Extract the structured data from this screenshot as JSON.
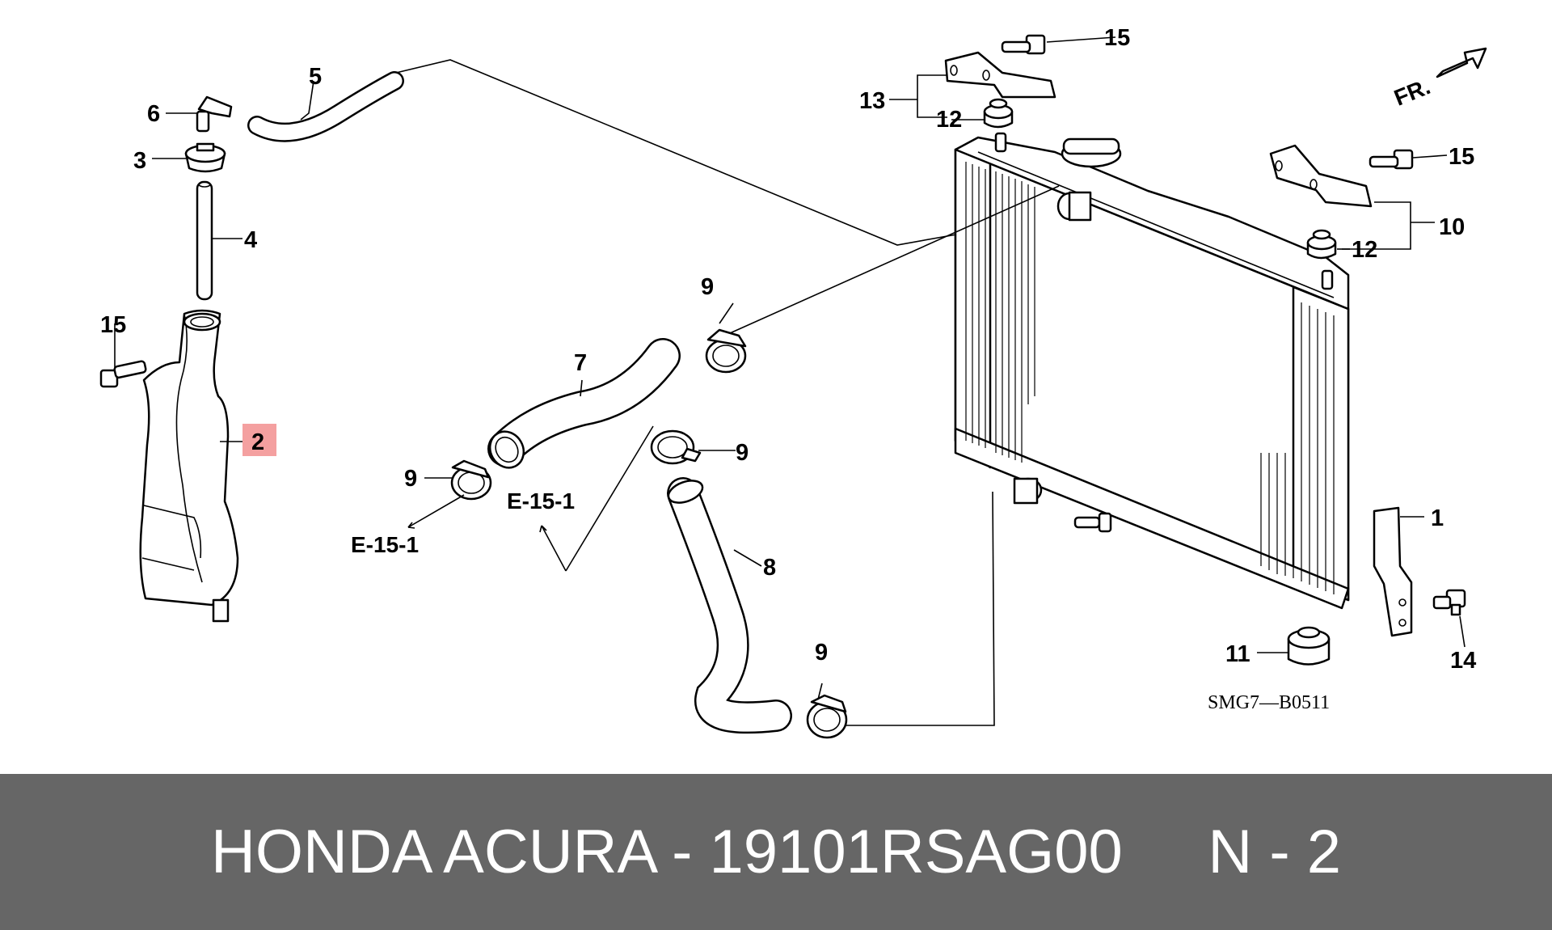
{
  "diagram": {
    "callouts": {
      "c1": "1",
      "c2": "2",
      "c3": "3",
      "c4": "4",
      "c5": "5",
      "c6": "6",
      "c7": "7",
      "c8": "8",
      "c9a": "9",
      "c9b": "9",
      "c9c": "9",
      "c9d": "9",
      "c10": "10",
      "c11": "11",
      "c12a": "12",
      "c12b": "12",
      "c13": "13",
      "c14": "14",
      "c15a": "15",
      "c15b": "15",
      "c15c": "15"
    },
    "highlighted_callout": "2",
    "highlight_color": "#f4a0a0",
    "refs": {
      "ref_a": "E-15-1",
      "ref_b": "E-15-1"
    },
    "direction_label": "FR.",
    "drawing_code": "SMG7—B0511"
  },
  "footer": {
    "text": "HONDA ACURA - 19101RSAG00     N - 2",
    "background": "#666666"
  }
}
